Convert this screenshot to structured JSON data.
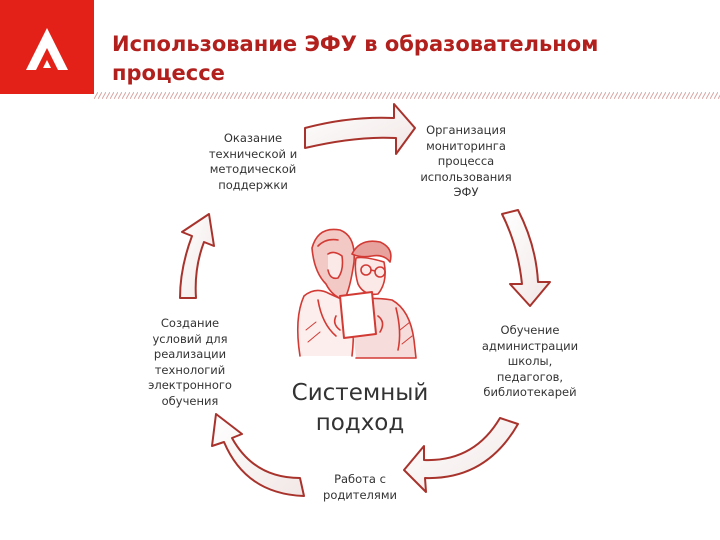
{
  "header": {
    "logo": {
      "icon": "lambda-logo-icon",
      "background": "#e32119"
    },
    "title_line1": "Использование ЭФУ в образовательном",
    "title_line2": "процессе",
    "title_color": "#b2201e"
  },
  "diagram": {
    "center_line1": "Системный",
    "center_line2": "подход",
    "illustration_icon": "people-with-tablet-illustration",
    "arrow_color": "#a8332c",
    "nodes": {
      "support": {
        "lines": [
          "Оказание",
          "технической и",
          "методической",
          "поддержки"
        ]
      },
      "monitoring": {
        "lines": [
          "Организация",
          "мониторинга",
          "процесса",
          "использования",
          "ЭФУ"
        ]
      },
      "training": {
        "lines": [
          "Обучение",
          "администрации",
          "школы,",
          "педагогов,",
          "библиотекарей"
        ]
      },
      "parents": {
        "lines": [
          "Работа с",
          "родителями"
        ]
      },
      "conditions": {
        "lines": [
          "Создание",
          "условий для",
          "реализации",
          "технологий",
          "электронного",
          "обучения"
        ]
      }
    }
  }
}
